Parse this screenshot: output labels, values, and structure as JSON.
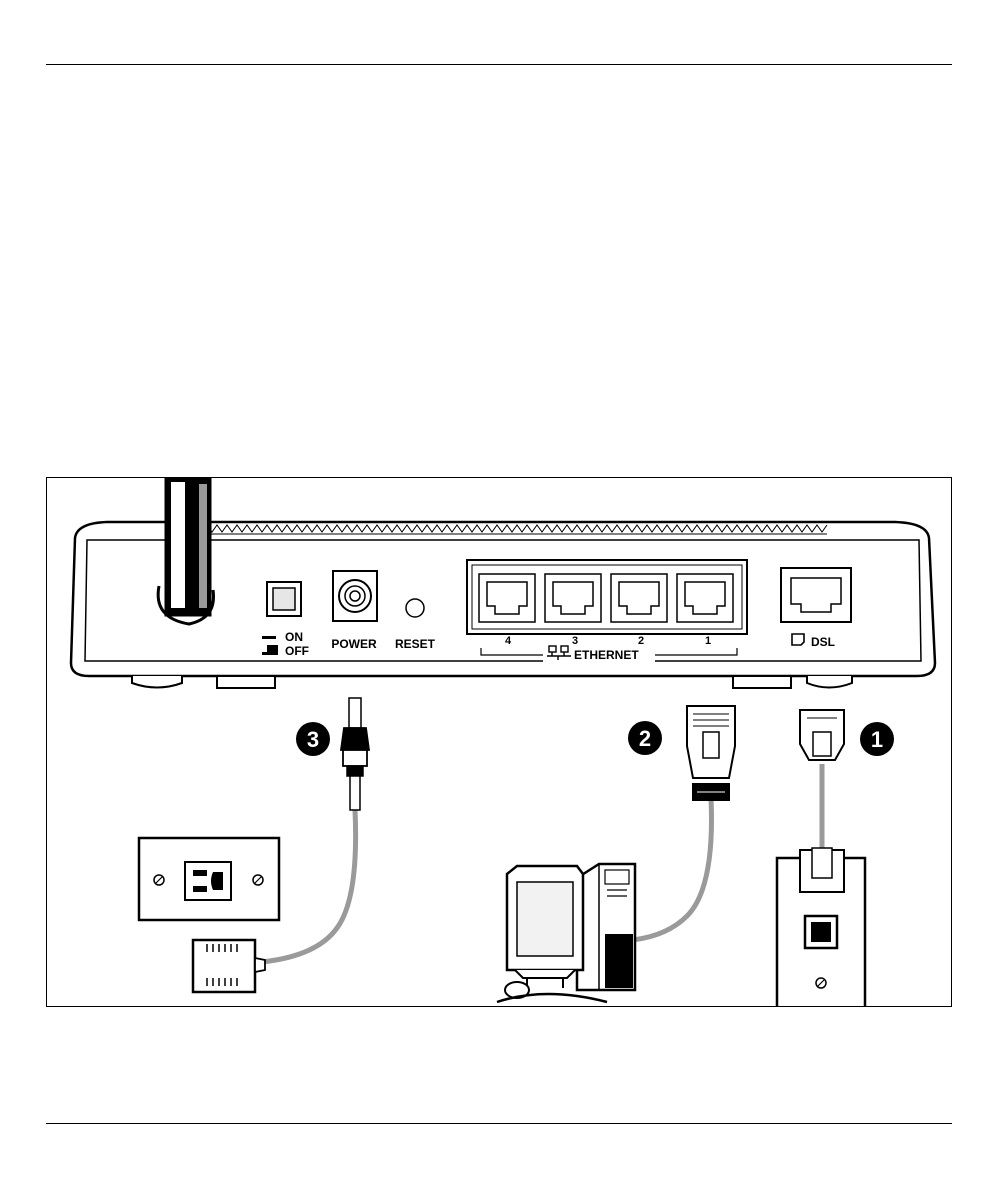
{
  "router": {
    "switch_on_label": "ON",
    "switch_off_label": "OFF",
    "power_label": "POWER",
    "reset_label": "RESET",
    "ethernet_port_numbers": [
      "4",
      "3",
      "2",
      "1"
    ],
    "ethernet_label": "ETHERNET",
    "dsl_label": "DSL"
  },
  "callouts": {
    "dsl_step": "1",
    "ethernet_step": "2",
    "power_step": "3"
  },
  "colors": {
    "line": "#000000",
    "cable": "#9a9a9a",
    "screen_fill": "#f2f2f2"
  }
}
